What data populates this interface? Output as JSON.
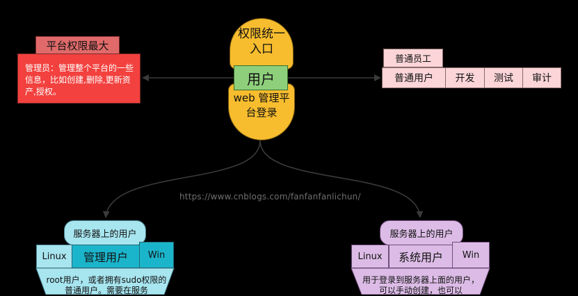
{
  "colors": {
    "background": "#000000",
    "central": "#f7bd2e",
    "central_mid": "#8ecf7c",
    "admin_title": "#e06a6a",
    "admin_box": "#f2413e",
    "normal_user": "#fbd5d7",
    "server_admin_light": "#a7e5ef",
    "server_admin_dark": "#1bb5cb",
    "server_system": "#dcbce6"
  },
  "central": {
    "top_label": "权限统一入口",
    "mid_label": "用户",
    "bottom_label": "web 管理平台登录"
  },
  "admin": {
    "title": "平台权限最大",
    "description": "管理员：管理整个平台的一些信息，比如创建,删除,更新资产,授权。"
  },
  "normal_users": {
    "group_label": "普通员工",
    "cells": [
      "普通用户",
      "开发",
      "测试",
      "审计"
    ]
  },
  "server_admin": {
    "title": "服务器上的用户",
    "left_tag": "Linux",
    "main_label": "管理用户",
    "right_tag": "Win",
    "description": "root用户，或者拥有sudo权限的普通用户。需要在服务"
  },
  "server_system": {
    "title": "服务器上的用户",
    "left_tag": "Linux",
    "main_label": "系统用户",
    "right_tag": "Win",
    "description": "用于登录到服务器上面的用户，可以手动创建，也可以"
  },
  "watermark": "https://www.cnblogs.com/fanfanfanlichun/"
}
